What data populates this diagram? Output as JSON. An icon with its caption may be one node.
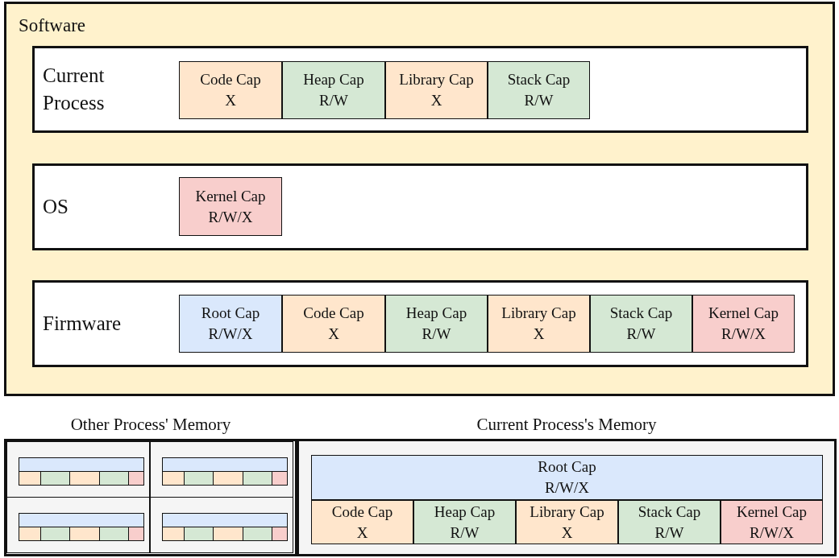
{
  "diagram": {
    "nodes": [
      {
        "text": [
          "Software"
        ]
      },
      {
        "text": [
          "Current Process"
        ],
        "in": 0
      },
      {
        "text": [
          "Code Cap",
          "X"
        ],
        "in": 1
      },
      {
        "text": [
          "Heap Cap",
          "R/W"
        ],
        "in": 1
      },
      {
        "text": [
          "Library Cap",
          "X"
        ],
        "in": 1
      },
      {
        "text": [
          "Stack Cap",
          "R/W"
        ],
        "in": 1
      },
      {
        "text": [
          "OS"
        ],
        "in": 0
      },
      {
        "text": [
          "Kernel Cap",
          "R/W/X"
        ],
        "in": 6
      },
      {
        "text": [
          "Firmware"
        ],
        "in": 0
      },
      {
        "text": [
          "Root Cap",
          "R/W/X"
        ],
        "in": 8
      },
      {
        "text": [
          "Code Cap",
          "X"
        ],
        "in": 8
      },
      {
        "text": [
          "Heap Cap",
          "R/W"
        ],
        "in": 8
      },
      {
        "text": [
          "Library Cap",
          "X"
        ],
        "in": 8
      },
      {
        "text": [
          "Stack Cap",
          "R/W"
        ],
        "in": 8
      },
      {
        "text": [
          "Kernel Cap",
          "R/W/X"
        ],
        "in": 8
      },
      {
        "text": [
          "Other Process' Memory"
        ]
      },
      {
        "text": [],
        "shape": "box",
        "in": 15
      },
      {
        "text": [],
        "shape": "box",
        "in": 16
      },
      {
        "text": [],
        "shape": "box",
        "in": 16
      },
      {
        "text": [],
        "shape": "box",
        "in": 16
      },
      {
        "text": [],
        "shape": "box",
        "in": 16
      },
      {
        "text": [],
        "shape": "box",
        "in": 16
      },
      {
        "text": [],
        "shape": "box",
        "in": 16
      },
      {
        "text": [],
        "shape": "box",
        "in": 15
      },
      {
        "text": [],
        "shape": "box",
        "in": 23
      },
      {
        "text": [],
        "shape": "box",
        "in": 23
      },
      {
        "text": [],
        "shape": "box",
        "in": 23
      },
      {
        "text": [],
        "shape": "box",
        "in": 23
      },
      {
        "text": [],
        "shape": "box",
        "in": 23
      },
      {
        "text": [],
        "shape": "box",
        "in": 23
      },
      {
        "text": [],
        "shape": "box",
        "in": 15
      },
      {
        "text": [],
        "shape": "box",
        "in": 30
      },
      {
        "text": [],
        "shape": "box",
        "in": 30
      },
      {
        "text": [],
        "shape": "box",
        "in": 30
      },
      {
        "text": [],
        "shape": "box",
        "in": 30
      },
      {
        "text": [],
        "shape": "box",
        "in": 30
      },
      {
        "text": [],
        "shape": "box",
        "in": 30
      },
      {
        "text": [],
        "shape": "box",
        "in": 15
      },
      {
        "text": [],
        "shape": "box",
        "in": 37
      },
      {
        "text": [],
        "shape": "box",
        "in": 37
      },
      {
        "text": [],
        "shape": "box",
        "in": 37
      },
      {
        "text": [],
        "shape": "box",
        "in": 37
      },
      {
        "text": [],
        "shape": "box",
        "in": 37
      },
      {
        "text": [],
        "shape": "box",
        "in": 37
      },
      {
        "text": [
          "Current Process's Memory"
        ]
      },
      {
        "text": [
          "Root Cap",
          "R/W/X"
        ],
        "in": 44
      },
      {
        "text": [
          "Code Cap",
          "X"
        ],
        "in": 44
      },
      {
        "text": [
          "Heap Cap",
          "R/W"
        ],
        "in": 44
      },
      {
        "text": [
          "Library Cap",
          "X"
        ],
        "in": 44
      },
      {
        "text": [
          "Stack Cap",
          "R/W"
        ],
        "in": 44
      },
      {
        "text": [
          "Kernel Cap",
          "R/W/X"
        ],
        "in": 44
      }
    ]
  }
}
